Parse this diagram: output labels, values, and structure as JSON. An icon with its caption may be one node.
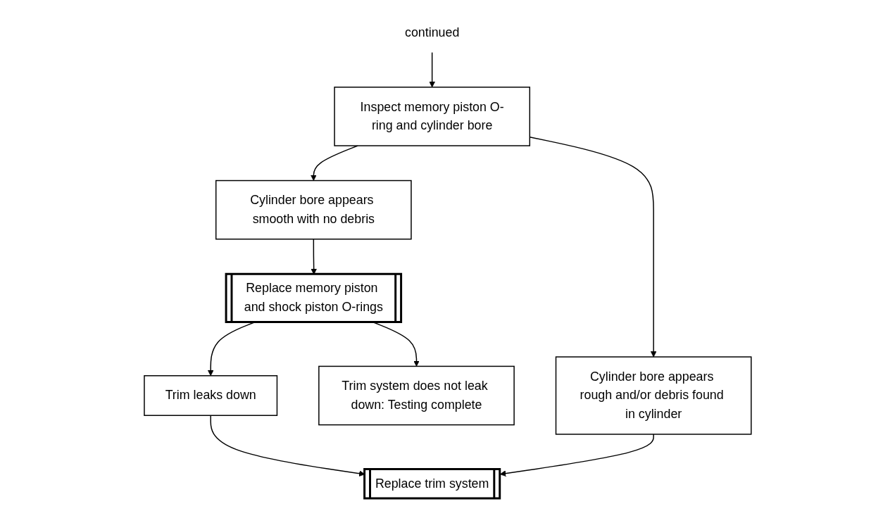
{
  "diagram": {
    "nodes": [
      {
        "text": [
          "continued"
        ]
      },
      {
        "text": [
          "Inspect memory piston O-ring and cylinder bore"
        ]
      },
      {
        "text": [
          "Cylinder bore appears smooth with no debris"
        ]
      },
      {
        "text": [
          "Cylinder bore appears rough and/or debris found in cylinder"
        ]
      },
      {
        "text": [
          "Replace memory piston and shock piston O-rings"
        ]
      },
      {
        "text": [
          "Trim leaks down"
        ]
      },
      {
        "text": [
          "Trim system does not leak down: Testing complete"
        ]
      },
      {
        "text": [
          "Replace trim system"
        ]
      }
    ],
    "edges": [
      {
        "from": 0,
        "to": 1,
        "arrow": "to"
      },
      {
        "from": 1,
        "to": 2,
        "arrow": "to"
      },
      {
        "from": 1,
        "to": 3,
        "arrow": "to"
      },
      {
        "from": 2,
        "to": 4,
        "arrow": "to"
      },
      {
        "from": 4,
        "to": 5,
        "arrow": "to"
      },
      {
        "from": 4,
        "to": 6,
        "arrow": "to"
      },
      {
        "from": 5,
        "to": 7,
        "arrow": "to"
      },
      {
        "from": 3,
        "to": 7,
        "arrow": "to"
      }
    ]
  }
}
